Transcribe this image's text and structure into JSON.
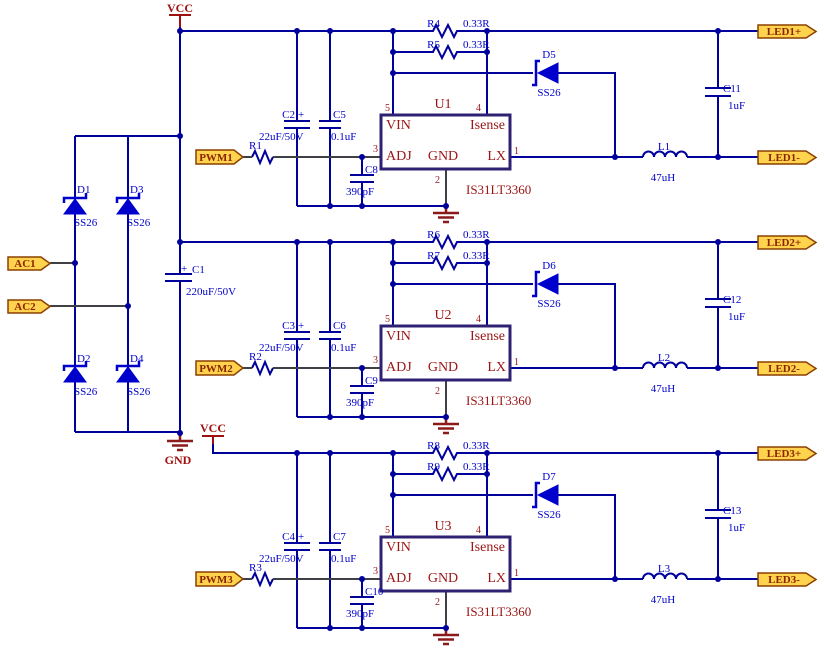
{
  "power": {
    "vcc_top": "VCC",
    "vcc_mid": "VCC",
    "gnd_label": "GND"
  },
  "input": {
    "ac1": "AC1",
    "ac2": "AC2",
    "d1": {
      "ref": "D1",
      "val": "SS26"
    },
    "d2": {
      "ref": "D2",
      "val": "SS26"
    },
    "d3": {
      "ref": "D3",
      "val": "SS26"
    },
    "d4": {
      "ref": "D4",
      "val": "SS26"
    },
    "bulk_cap": {
      "ref": "C1",
      "plus": "+",
      "val": "220uF/50V"
    }
  },
  "channels": [
    {
      "pwm": "PWM1",
      "led_pos": "LED1+",
      "led_neg": "LED1-",
      "u": {
        "ref": "U1",
        "part": "IS31LT3360",
        "pin_vin": "VIN",
        "pin_isense": "Isense",
        "pin_adj": "ADJ",
        "pin_gnd": "GND",
        "pin_lx": "LX",
        "num_vin": "5",
        "num_isense": "4",
        "num_adj": "3",
        "num_gnd": "2",
        "num_lx": "1"
      },
      "r_in": {
        "ref": "R1"
      },
      "r_sense_a": {
        "ref": "R4",
        "val": "0.33R"
      },
      "r_sense_b": {
        "ref": "R5",
        "val": "0.33R"
      },
      "c_in": {
        "ref": "C2",
        "plus": "+",
        "val": "22uF/50V"
      },
      "c_byp": {
        "ref": "C5",
        "val": "0.1uF"
      },
      "c_adj": {
        "ref": "C8",
        "val": "390pF"
      },
      "d_fw": {
        "ref": "D5",
        "val": "SS26"
      },
      "l_out": {
        "ref": "L1",
        "val": "47uH"
      },
      "c_out": {
        "ref": "C11",
        "val": "1uF"
      }
    },
    {
      "pwm": "PWM2",
      "led_pos": "LED2+",
      "led_neg": "LED2-",
      "u": {
        "ref": "U2",
        "part": "IS31LT3360",
        "pin_vin": "VIN",
        "pin_isense": "Isense",
        "pin_adj": "ADJ",
        "pin_gnd": "GND",
        "pin_lx": "LX",
        "num_vin": "5",
        "num_isense": "4",
        "num_adj": "3",
        "num_gnd": "2",
        "num_lx": "1"
      },
      "r_in": {
        "ref": "R2"
      },
      "r_sense_a": {
        "ref": "R6",
        "val": "0.33R"
      },
      "r_sense_b": {
        "ref": "R7",
        "val": "0.33R"
      },
      "c_in": {
        "ref": "C3",
        "plus": "+",
        "val": "22uF/50V"
      },
      "c_byp": {
        "ref": "C6",
        "val": "0.1uF"
      },
      "c_adj": {
        "ref": "C9",
        "val": "390pF"
      },
      "d_fw": {
        "ref": "D6",
        "val": "SS26"
      },
      "l_out": {
        "ref": "L2",
        "val": "47uH"
      },
      "c_out": {
        "ref": "C12",
        "val": "1uF"
      }
    },
    {
      "pwm": "PWM3",
      "led_pos": "LED3+",
      "led_neg": "LED3-",
      "u": {
        "ref": "U3",
        "part": "IS31LT3360",
        "pin_vin": "VIN",
        "pin_isense": "Isense",
        "pin_adj": "ADJ",
        "pin_gnd": "GND",
        "pin_lx": "LX",
        "num_vin": "5",
        "num_isense": "4",
        "num_adj": "3",
        "num_gnd": "2",
        "num_lx": "1"
      },
      "r_in": {
        "ref": "R3"
      },
      "r_sense_a": {
        "ref": "R8",
        "val": "0.33R"
      },
      "r_sense_b": {
        "ref": "R9",
        "val": "0.33R"
      },
      "c_in": {
        "ref": "C4",
        "plus": "+",
        "val": "22uF/50V"
      },
      "c_byp": {
        "ref": "C7",
        "val": "0.1uF"
      },
      "c_adj": {
        "ref": "C10",
        "val": "390pF"
      },
      "d_fw": {
        "ref": "D7",
        "val": "SS26"
      },
      "l_out": {
        "ref": "L3",
        "val": "47uH"
      },
      "c_out": {
        "ref": "C13",
        "val": "1uF"
      }
    }
  ]
}
